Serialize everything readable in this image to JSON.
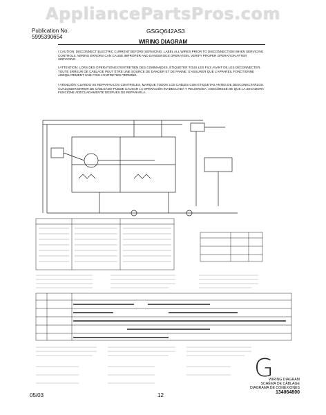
{
  "watermark": "AppliancePartsPros.com",
  "header": {
    "publication_line1": "Publication No.",
    "publication_line2": "5995390654",
    "model": "GSGQ642AS3",
    "title": "WIRING DIAGRAM"
  },
  "warnings": {
    "en": "! CAUTION: DISCONNECT ELECTRIC CURRENT BEFORE SERVICING. LABEL ALL WIRES PRIOR TO DISCONNECTION WHEN SERVICING CONTROLS. WIRING ERRORS CAN CAUSE IMPROPER AND DANGEROUS OPERATION. VERIFY PROPER OPERATION AFTER SERVICING.",
    "fr": "! ATTENTION: LORS DES OPERATIONS D'ENTRETIEN DES COMMANDES, ÉTIQUETER TOUS LES FILS AVANT DE LES DÉCONNECTER. TOUTE ERREUR DE CÂBLAGE PEUT ÊTRE UNE SOURCE DE DANGER ET DE PANNE. S'ASSURER QUE L'APPAREIL FONCTIONNE ADÉQUATEMENT UNE FOIS L'ENTRETIEN TERMINÉ.",
    "es": "! ATENCIÓN: CUANDO SE REPARAN LOS CONTROLES, MARQUE TODOS LOS CABLES CON ETIQUETAS ANTES DE DESCONECTARLOS. CUALQUIER ERROR DE CABLEADO PUEDE CAUSAR LA OPERACIÓN INADECUADA Y PELIGROSA. ASEGÚRESE DE QUE LA SECADORA FUNCIONE ADECUADAMENTE DESPUÉS DE REPARARLA."
  },
  "footer": {
    "date": "05/03",
    "page": "12",
    "letter": "G",
    "label_en": "WIRING DIAGRAM",
    "label_fr": "SCHÉMA DE CÂBLAGE",
    "label_es": "DIAGRAMA DE CONEXIONES",
    "doc_number": "134064800"
  },
  "colors": {
    "ink": "#222222",
    "watermark": "#dcdcdc"
  }
}
